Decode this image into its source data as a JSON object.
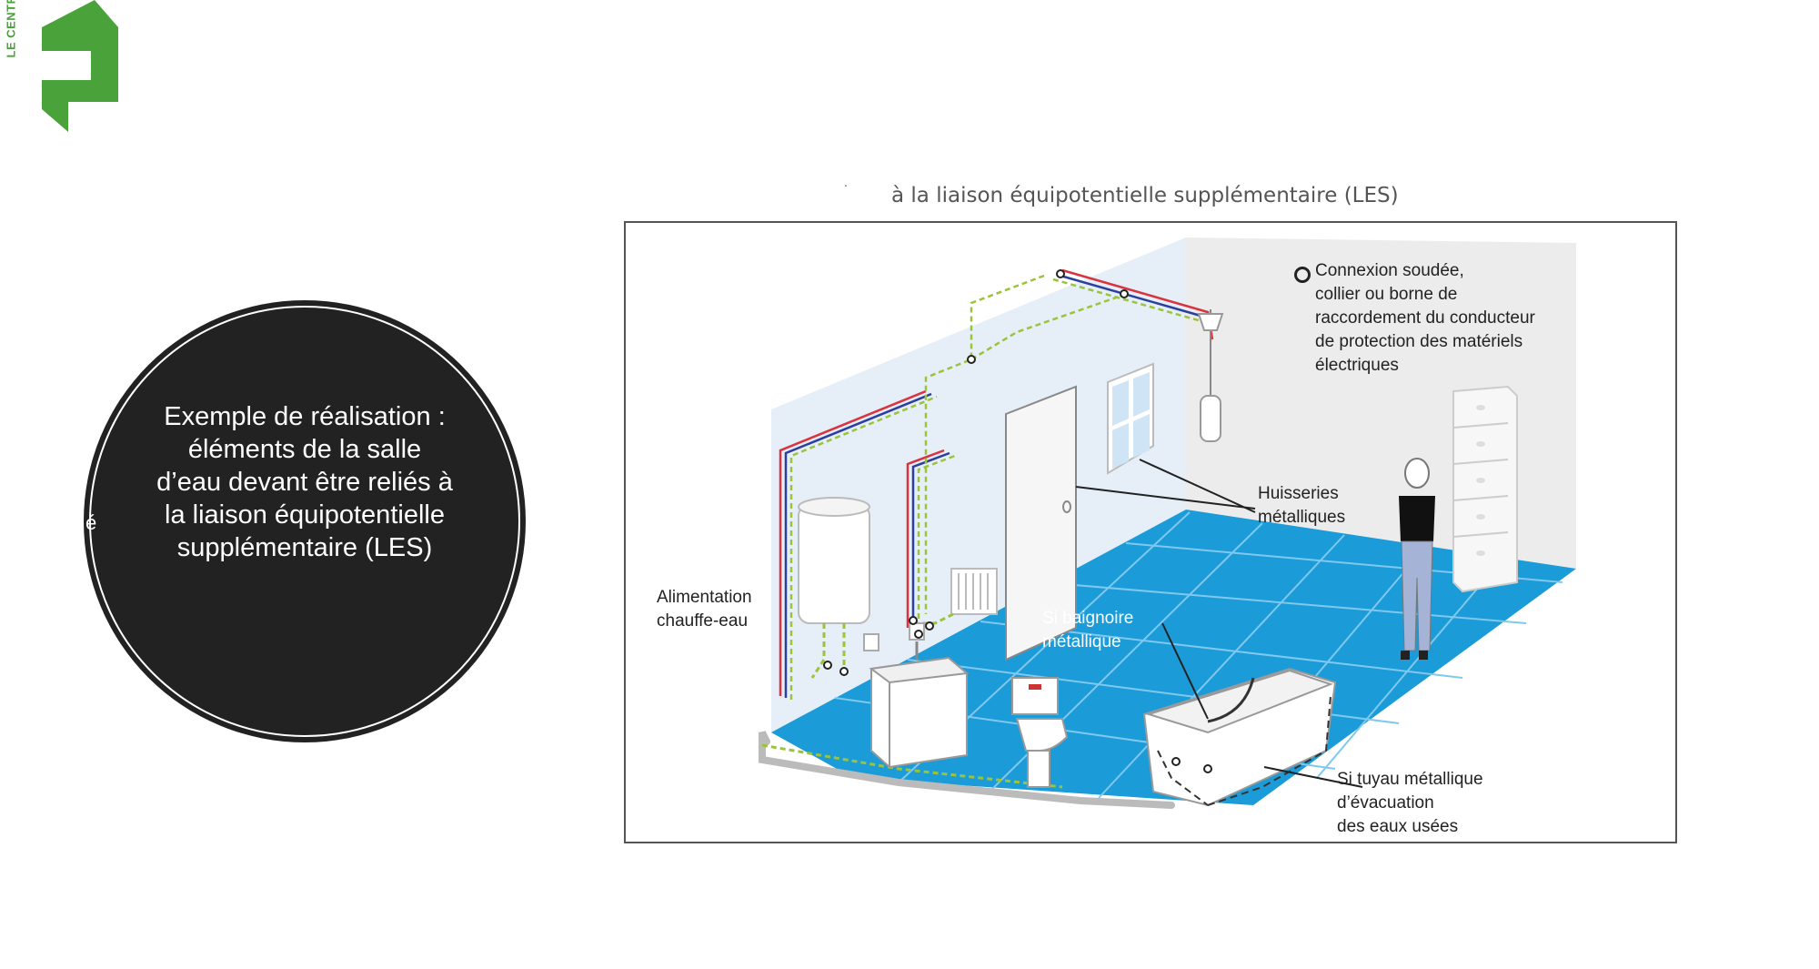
{
  "logo": {
    "text": "LE CENTRE",
    "color": "#4aa33a",
    "icon": "brand-logo-icon"
  },
  "circle": {
    "text": "Exemple de réalisation : éléments de la salle d’eau devant être reliés à la liaison équipotentielle supplémentaire (LES)",
    "edge_glyph": "é"
  },
  "figure": {
    "title_mark": ".",
    "title": "à la liaison équipotentielle supplémentaire (LES)",
    "legend": "Connexion soudée,\ncollier ou borne de\nraccordement du conducteur\nde protection des matériels\nélectriques",
    "labels": {
      "huisseries": "Huisseries\nmétalliques",
      "alimentation": "Alimentation\nchauffe-eau",
      "baignoire": "Si baignoire\nmétallique",
      "tuyau": "Si tuyau métallique\nd’évacuation\ndes eaux usées"
    }
  },
  "colors": {
    "floor_tile": "#1b9bd8",
    "wall_left": "#e6eef7",
    "wall_back": "#ececec",
    "wire_red": "#d9333f",
    "wire_blue": "#2b3f9f",
    "wire_green_yellow": "#9ac43c",
    "circle_bg": "#222222"
  }
}
